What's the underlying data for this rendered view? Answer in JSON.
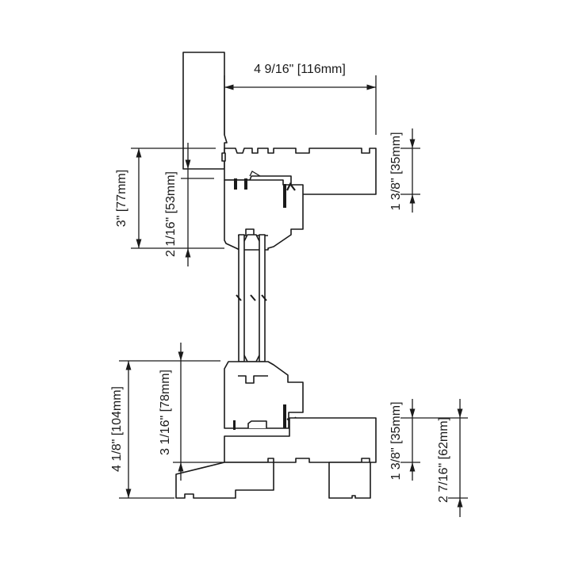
{
  "drawing": {
    "title": "Window head and sill section",
    "dimensions": {
      "frame_depth": "4 9/16\" [116mm]",
      "head_height": "3\" [77mm]",
      "head_sash": "2 1/16\" [53mm]",
      "head_jamb_offset": "1 3/8\" [35mm]",
      "sill_total": "4 1/8\" [104mm]",
      "sill_sash": "3 1/16\" [78mm]",
      "sill_jamb_offset": "1 3/8\" [35mm]",
      "sill_subsill": "2 7/16\" [62mm]"
    },
    "line_color": "#1a1a1a"
  }
}
